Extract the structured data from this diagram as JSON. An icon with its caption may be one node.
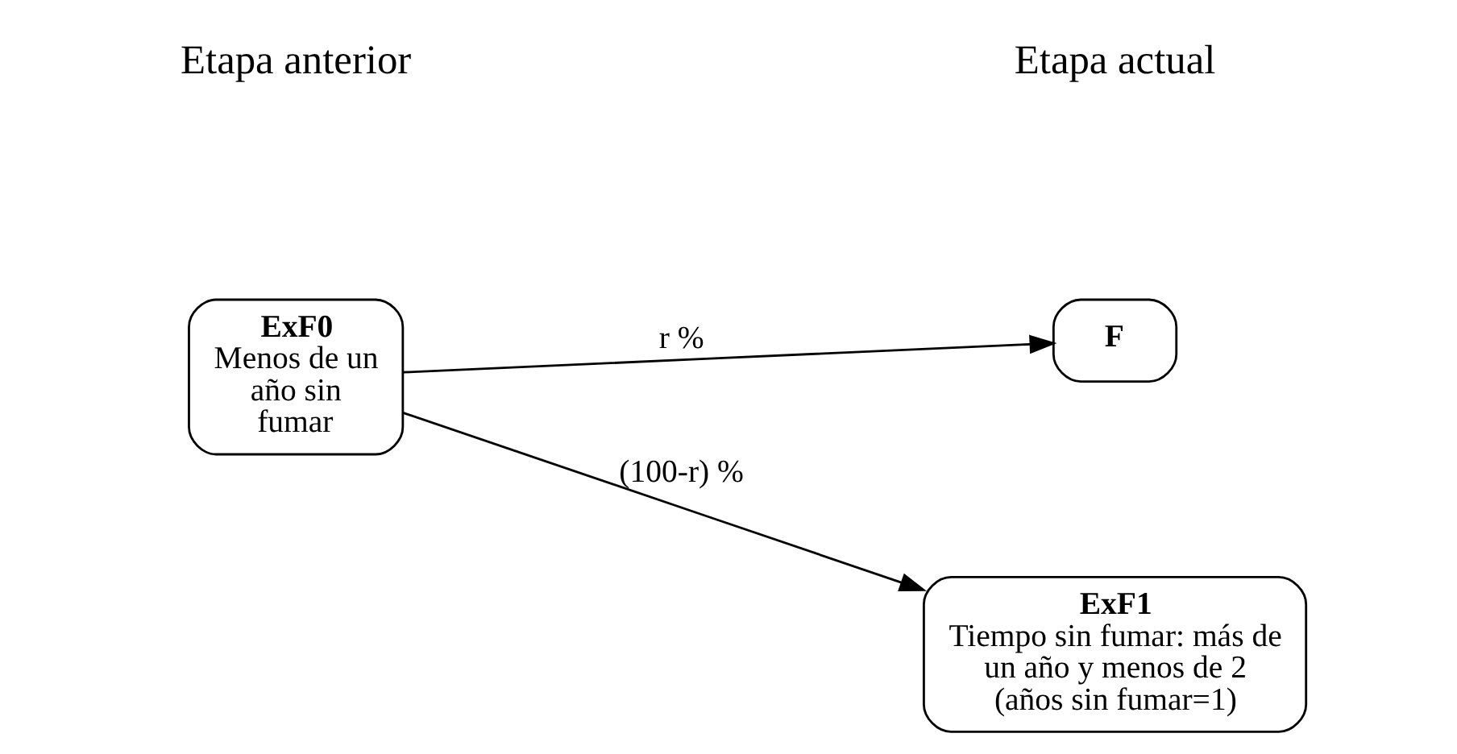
{
  "diagram": {
    "nodes": [
      {
        "text": [
          "ExF0",
          "Menos de un año sin fumar"
        ]
      },
      {
        "text": [
          "F"
        ]
      },
      {
        "text": [
          "ExF1",
          "Tiempo sin fumar: más de un año y menos de 2 (años sin fumar=1)"
        ]
      }
    ],
    "edges": [
      {
        "from": 0,
        "to": 1,
        "arrow": "to",
        "label": "r %"
      },
      {
        "from": 0,
        "to": 2,
        "arrow": "to",
        "label": "(100-r) %"
      }
    ],
    "labels": [
      "Etapa anterior",
      "Etapa actual"
    ]
  }
}
